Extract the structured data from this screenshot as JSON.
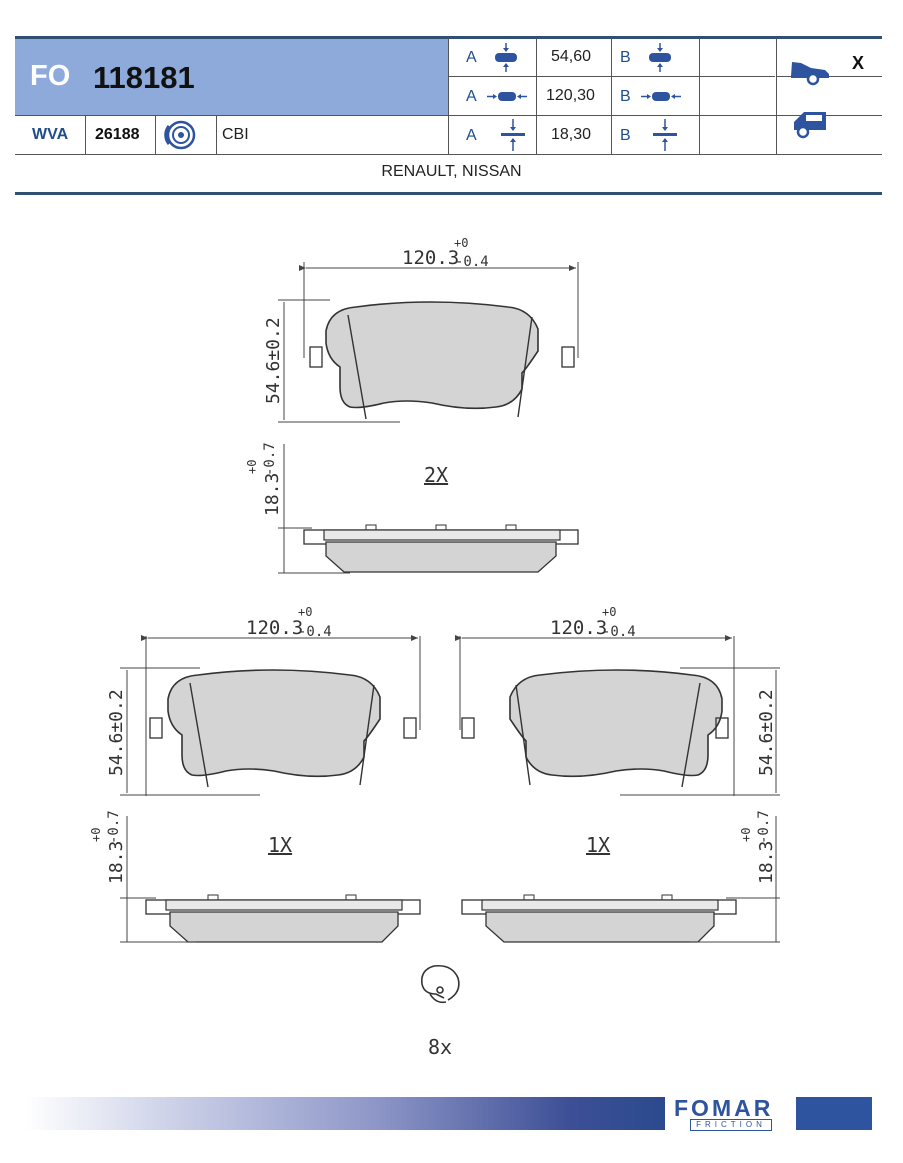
{
  "header": {
    "prefix": "FO",
    "part_number": "118181",
    "wva_label": "WVA",
    "wva_number": "26188",
    "brake_system": "CBI",
    "vehicle_icons": [
      "car-front-icon",
      "car-side-icon"
    ],
    "axle_marker": "X"
  },
  "dimensions": [
    {
      "a_label": "A",
      "value": "54,60",
      "b_label": "B",
      "icon": "height-arrows-icon"
    },
    {
      "a_label": "A",
      "value": "120,30",
      "b_label": "B",
      "icon": "width-arrows-icon"
    },
    {
      "a_label": "A",
      "value": "18,30",
      "b_label": "B",
      "icon": "thickness-arrows-icon"
    }
  ],
  "manufacturers": "RENAULT, NISSAN",
  "drawing": {
    "top": {
      "width_dim": "120.3",
      "width_tol_plus": "+0",
      "width_tol_minus": "-0.4",
      "height_dim": "54.6±0.2",
      "thick_dim": "18.3",
      "thick_tol_plus": "+0",
      "thick_tol_minus": "-0.7",
      "qty": "2X"
    },
    "left": {
      "width_dim": "120.3",
      "width_tol_plus": "+0",
      "width_tol_minus": "-0.4",
      "height_dim": "54.6±0.2",
      "thick_dim": "18.3",
      "thick_tol_plus": "+0",
      "thick_tol_minus": "-0.7",
      "qty": "1X"
    },
    "right": {
      "width_dim": "120.3",
      "width_tol_plus": "+0",
      "width_tol_minus": "-0.4",
      "height_dim": "54.6±0.2",
      "thick_dim": "18.3",
      "thick_tol_plus": "+0",
      "thick_tol_minus": "-0.7",
      "qty": "1X"
    },
    "clip_qty": "8x"
  },
  "footer": {
    "brand": "FOMAR",
    "brand_sub": "FRICTION"
  },
  "colors": {
    "title_bg": "#8eaadb",
    "accent": "#2e54a0",
    "pad_fill": "#d4d4d4"
  }
}
